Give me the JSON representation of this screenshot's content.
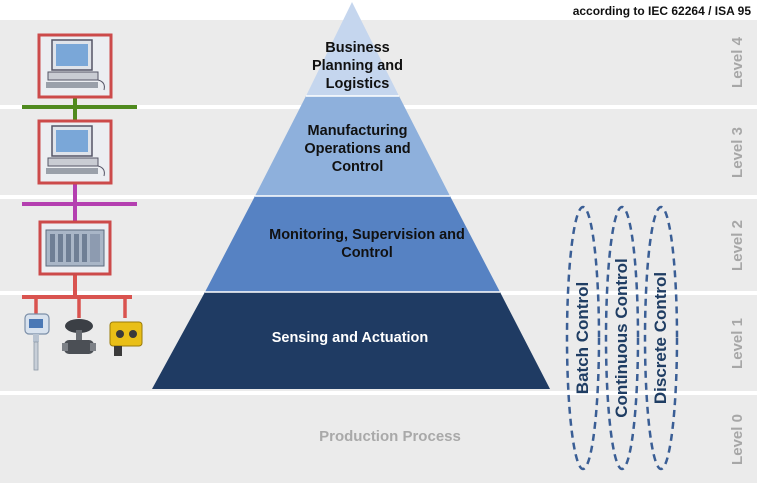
{
  "header": {
    "standard_note": "according to IEC 62264 / ISA 95"
  },
  "levels": [
    "Level 4",
    "Level 3",
    "Level 2",
    "Level 1",
    "Level 0"
  ],
  "pyramid": {
    "tier4": "Business Planning and Logistics",
    "tier3": "Manufacturing Operations and Control",
    "tier2": "Monitoring, Supervision and Control",
    "tier1": "Sensing and Actuation"
  },
  "base": {
    "label": "Production Process"
  },
  "control_types": [
    "Batch Control",
    "Continuous Control",
    "Discrete Control"
  ],
  "icons": [
    "workstation-icon",
    "workstation-icon",
    "plc-rack-icon",
    "sensor-icon",
    "valve-icon",
    "actuator-icon"
  ],
  "colors": {
    "tier4": "#c5d6ee",
    "tier3": "#8eb0dc",
    "tier2": "#5682c3",
    "tier1": "#1f3b63",
    "network_level34": "#4f8a1e",
    "network_level23": "#b43fb0",
    "network_level12": "#d9534f",
    "icon_border": "#cc4a4a"
  }
}
